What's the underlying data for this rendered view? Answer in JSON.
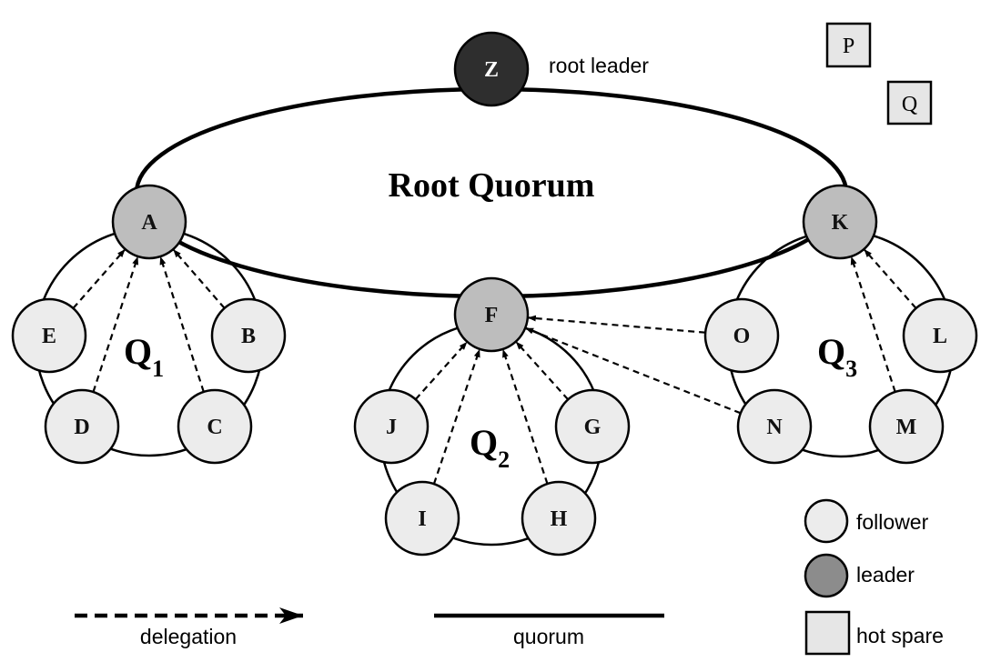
{
  "title": "Root Quorum",
  "root_leader_label": "root leader",
  "colors": {
    "follower": "#ececec",
    "leader": "#bdbdbd",
    "root": "#2e2e2e",
    "spare": "#e6e6e6",
    "legend_leader": "#8c8c8c",
    "stroke": "#000000"
  },
  "nodes": [
    {
      "id": "Z",
      "role": "root"
    },
    {
      "id": "A",
      "role": "leader"
    },
    {
      "id": "K",
      "role": "leader"
    },
    {
      "id": "F",
      "role": "leader"
    },
    {
      "id": "E",
      "role": "follower"
    },
    {
      "id": "B",
      "role": "follower"
    },
    {
      "id": "D",
      "role": "follower"
    },
    {
      "id": "C",
      "role": "follower"
    },
    {
      "id": "J",
      "role": "follower"
    },
    {
      "id": "G",
      "role": "follower"
    },
    {
      "id": "I",
      "role": "follower"
    },
    {
      "id": "H",
      "role": "follower"
    },
    {
      "id": "O",
      "role": "follower"
    },
    {
      "id": "L",
      "role": "follower"
    },
    {
      "id": "N",
      "role": "follower"
    },
    {
      "id": "M",
      "role": "follower"
    }
  ],
  "hot_spares": [
    "P",
    "Q"
  ],
  "quorums": [
    {
      "letter": "Q",
      "sub": "1",
      "leader": "A",
      "members": [
        "E",
        "B",
        "D",
        "C"
      ]
    },
    {
      "letter": "Q",
      "sub": "2",
      "leader": "F",
      "members": [
        "J",
        "G",
        "I",
        "H"
      ]
    },
    {
      "letter": "Q",
      "sub": "3",
      "leader": "K",
      "members": [
        "O",
        "L",
        "N",
        "M"
      ]
    }
  ],
  "delegations": [
    {
      "from": "E",
      "to": "A"
    },
    {
      "from": "D",
      "to": "A"
    },
    {
      "from": "C",
      "to": "A"
    },
    {
      "from": "B",
      "to": "A"
    },
    {
      "from": "J",
      "to": "F"
    },
    {
      "from": "I",
      "to": "F"
    },
    {
      "from": "H",
      "to": "F"
    },
    {
      "from": "G",
      "to": "F"
    },
    {
      "from": "O",
      "to": "F"
    },
    {
      "from": "N",
      "to": "F"
    },
    {
      "from": "M",
      "to": "K"
    },
    {
      "from": "L",
      "to": "K"
    }
  ],
  "legend": {
    "follower": "follower",
    "leader": "leader",
    "hot_spare": "hot spare",
    "delegation": "delegation",
    "quorum": "quorum"
  }
}
